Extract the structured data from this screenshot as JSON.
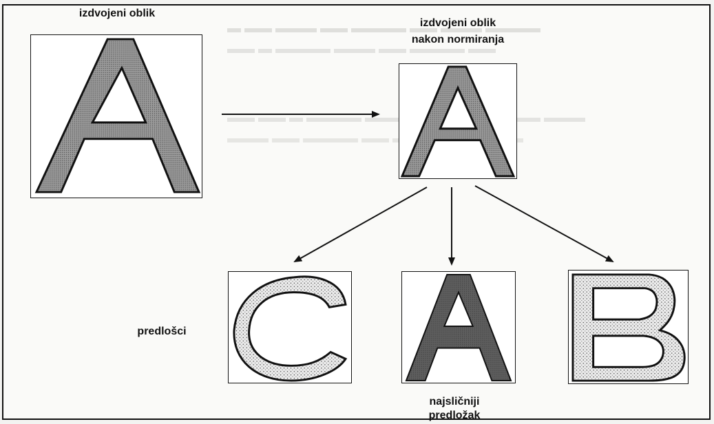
{
  "labels": {
    "source_title": "izdvojeni oblik",
    "normalized_title_line1": "izdvojeni oblik",
    "normalized_title_line2": "nakon normiranja",
    "templates_label": "predlošci",
    "best_match_line1": "najsličniji",
    "best_match_line2": "predložak"
  },
  "shapes": {
    "source": "A",
    "normalized": "A",
    "template_1": "C",
    "template_2": "A",
    "template_3": "B"
  },
  "colors": {
    "outline": "#111111",
    "fill_gray": "#8f8f8f",
    "fill_dark": "#5e5e5e",
    "fill_dots": "#ececec"
  }
}
